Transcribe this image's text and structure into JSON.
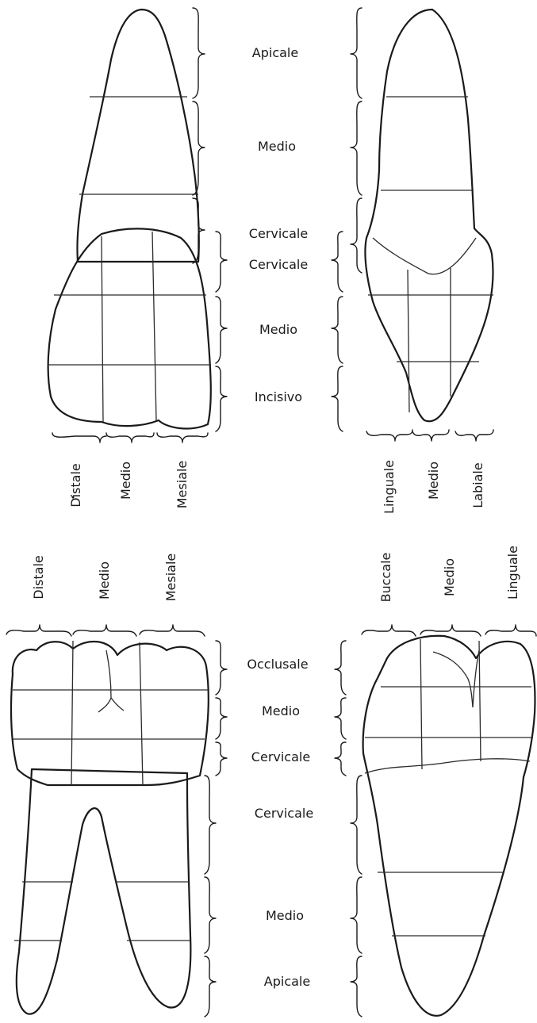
{
  "incisor_front": {
    "vertical_labels": [
      "Apicale",
      "Medio",
      "Cervicale",
      "Cervicale",
      "Medio",
      "Incisivo"
    ],
    "horizontal_labels": [
      "Distale",
      "Medio",
      "Mesiale"
    ]
  },
  "incisor_side": {
    "horizontal_labels": [
      "Linguale",
      "Medio",
      "Labiale"
    ]
  },
  "molar_front": {
    "horizontal_labels": [
      "Distale",
      "Medio",
      "Mesiale"
    ],
    "vertical_labels": [
      "Occlusale",
      "Medio",
      "Cervicale",
      "Cervicale",
      "Medio",
      "Apicale"
    ]
  },
  "molar_side": {
    "horizontal_labels": [
      "Buccale",
      "Medio",
      "Linguale"
    ]
  }
}
